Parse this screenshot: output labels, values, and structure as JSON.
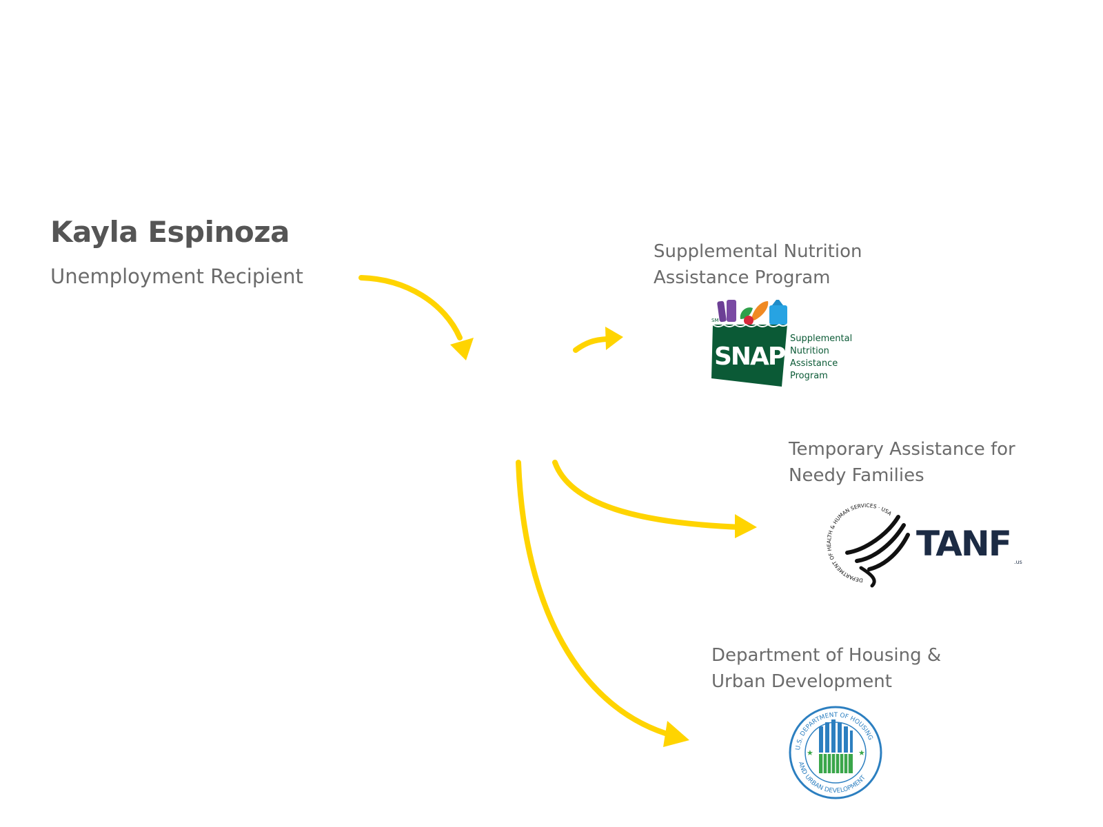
{
  "person": {
    "name": "Kayla Espinoza",
    "role": "Unemployment Recipient"
  },
  "programs": [
    {
      "label_lines": [
        "Supplemental Nutrition",
        "Assistance Program"
      ],
      "logo": {
        "name": "snap-logo",
        "wordmark": "SNAP",
        "mark": "SM",
        "lines": [
          "Supplemental",
          "Nutrition",
          "Assistance",
          "Program"
        ]
      }
    },
    {
      "label_lines": [
        "Temporary Assistance for",
        "Needy Families"
      ],
      "logo": {
        "name": "tanf-logo",
        "seal_text": "DEPARTMENT OF HEALTH & HUMAN SERVICES · USA",
        "wordmark": "TANF",
        "suffix": ".us"
      }
    },
    {
      "label_lines": [
        "Department of Housing &",
        "Urban Development"
      ],
      "logo": {
        "name": "hud-seal-logo",
        "seal_text_top": "U.S. DEPARTMENT OF HOUSING",
        "seal_text_bottom": "AND URBAN DEVELOPMENT"
      }
    }
  ],
  "colors": {
    "arrow": "#FFD400",
    "name_text": "#555555",
    "body_text": "#6b6b6b",
    "snap_green": "#0b5a36",
    "tanf_navy": "#1c2b44",
    "hud_blue": "#2c7fc0",
    "hud_green": "#3aa64a"
  }
}
